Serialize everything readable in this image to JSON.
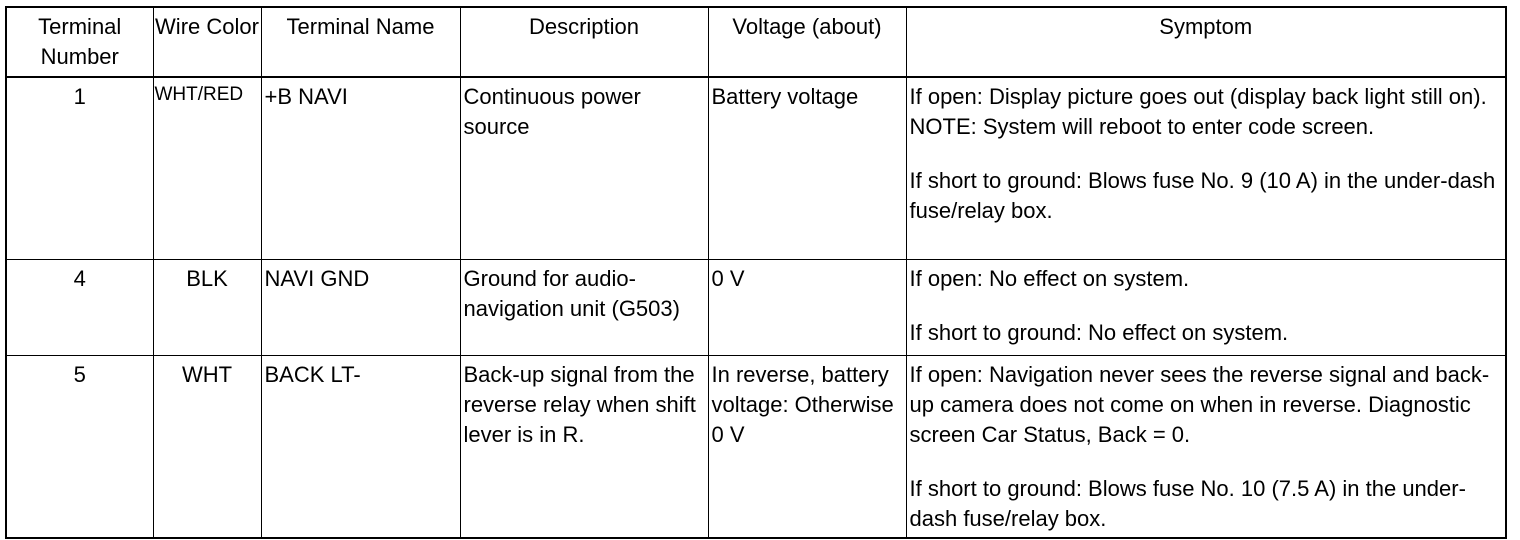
{
  "table": {
    "headers": {
      "terminal_number": "Terminal Number",
      "wire_color": "Wire Color",
      "terminal_name": "Terminal Name",
      "description": "Description",
      "voltage": "Voltage (about)",
      "symptom": "Symptom"
    },
    "rows": [
      {
        "terminal_number": "1",
        "wire_color": "WHT/RED",
        "terminal_name": "+B NAVI",
        "description": "Continuous power source",
        "voltage": "Battery voltage",
        "symptom_open": "If open: Display picture goes out (display back light still on). NOTE: System will reboot to enter code screen.",
        "symptom_short": "If short to ground: Blows fuse No. 9 (10 A) in the under-dash fuse/relay box."
      },
      {
        "terminal_number": "4",
        "wire_color": "BLK",
        "terminal_name": "NAVI GND",
        "description": "Ground for audio-navigation unit (G503)",
        "voltage": "0 V",
        "symptom_open": "If open: No effect on system.",
        "symptom_short": "If short to ground: No effect on system."
      },
      {
        "terminal_number": "5",
        "wire_color": "WHT",
        "terminal_name": "BACK LT-",
        "description": "Back-up signal from the reverse relay when shift lever is in R.",
        "voltage": "In reverse, battery voltage: Otherwise 0 V",
        "symptom_open": "If open: Navigation never sees the reverse signal and back-up camera does not come on when in reverse. Diagnostic screen Car Status, Back = 0.",
        "symptom_short": "If short to ground: Blows fuse No. 10 (7.5 A) in the under-dash fuse/relay box."
      }
    ]
  }
}
